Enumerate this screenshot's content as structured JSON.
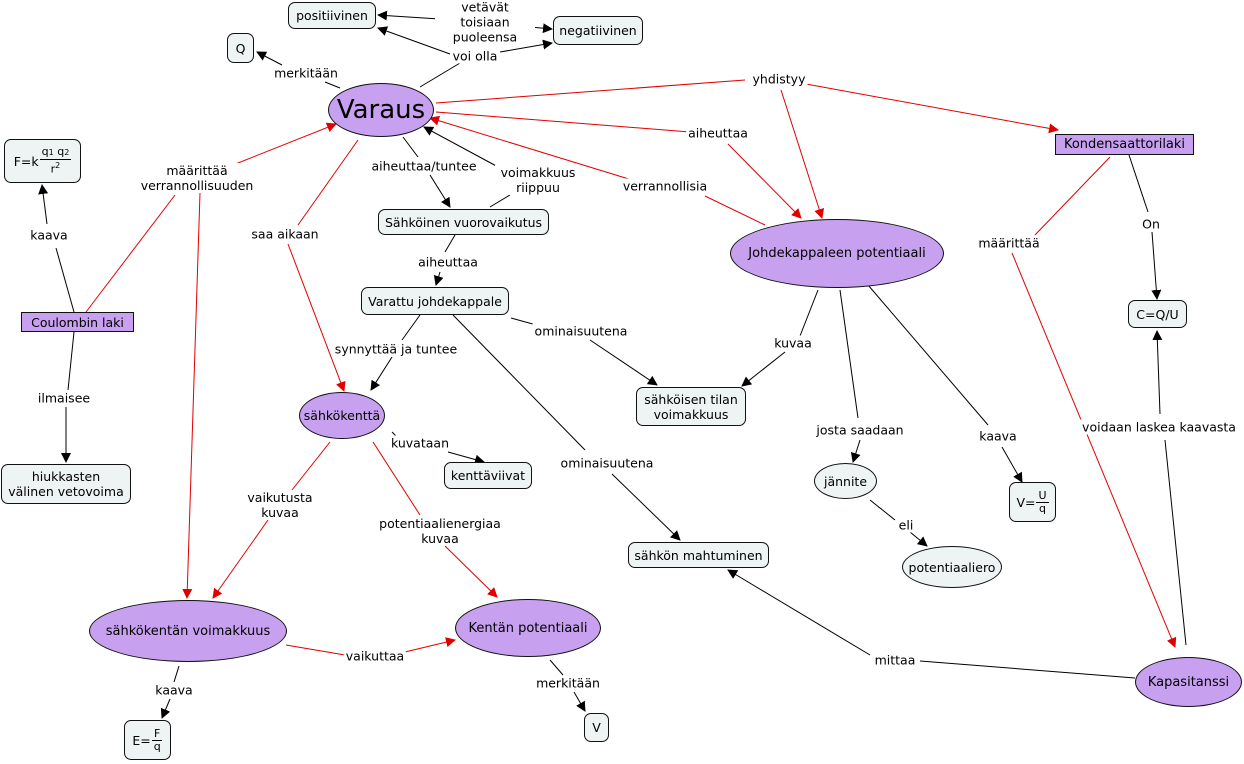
{
  "nodes": {
    "varaus": "Varaus",
    "q": "Q",
    "positiivinen": "positiivinen",
    "negatiivinen": "negatiivinen",
    "coulomb_formula": {
      "prefix": "F=k",
      "num_a": "q",
      "num_a_sub": "1",
      "num_b": "q",
      "num_b_sub": "2",
      "den": "r",
      "den_sup": "2"
    },
    "coulombin_laki": "Coulombin laki",
    "hiukkasten": "hiukkasten välinen vetovoima",
    "sahkoinen_vuorovaikutus": "Sähköinen vuorovaikutus",
    "varattu_johdekappale": "Varattu johdekappale",
    "sahkokentta": "sähkökenttä",
    "kenttaviivat": "kenttäviivat",
    "sahkoisen_tilan": "sähköisen tilan voimakkuus",
    "johdekappaleen_potentiaali": "Johdekappaleen potentiaali",
    "kondensaattorilaki": "Kondensaattorilaki",
    "c_formula": "C=Q/U",
    "jannite": "jännite",
    "potentiaaliero": "potentiaaliero",
    "v_formula": {
      "prefix": "V=",
      "num": "U",
      "den": "q"
    },
    "sahkon_mahtuminen": "sähkön mahtuminen",
    "sahkokentan_voimakkuus": "sähkökentän voimakkuus",
    "kentan_potentiaali": "Kentän potentiaali",
    "e_formula": {
      "prefix": "E=",
      "num": "F",
      "den": "q"
    },
    "v": "V",
    "kapasitanssi": "Kapasitanssi"
  },
  "links": {
    "vetavat": "vetävät toisiaan puoleensa",
    "voi_olla": "voi olla",
    "merkitaan_q": "merkitään",
    "yhdistyy": "yhdistyy",
    "maarittaa_verr": "määrittää verrannollisuuden",
    "kaava_coulomb": "kaava",
    "ilmaisee": "ilmaisee",
    "aiheuttaa_tuntee": "aiheuttaa/tuntee",
    "voimakkuus_riippuu": "voimakkuus riippuu",
    "aiheuttaa_johde": "aiheuttaa",
    "verrannollisia": "verrannollisia",
    "saa_aikaan": "saa aikaan",
    "aiheuttaa_varattu": "aiheuttaa",
    "synnyttaa": "synnyttää ja tuntee",
    "ominaisuutena_1": "ominaisuutena",
    "ominaisuutena_2": "ominaisuutena",
    "kuvataan": "kuvataan",
    "vaikutusta_kuvaa": "vaikutusta kuvaa",
    "potentiaalienergiaa_kuvaa": "potentiaalienergiaa kuvaa",
    "vaikuttaa": "vaikuttaa",
    "kaava_e": "kaava",
    "merkitaan_v": "merkitään",
    "kuvaa": "kuvaa",
    "josta_saadaan": "josta saadaan",
    "eli": "eli",
    "kaava_v": "kaava",
    "maarittaa": "määrittää",
    "on": "On",
    "voidaan_laskea": "voidaan laskea kaavasta",
    "mittaa": "mittaa"
  },
  "colors": {
    "concept_fill": "#c8a0f0",
    "box_fill": "#eef3f4",
    "red_arrow": "#e00000",
    "black_arrow": "#000000"
  }
}
